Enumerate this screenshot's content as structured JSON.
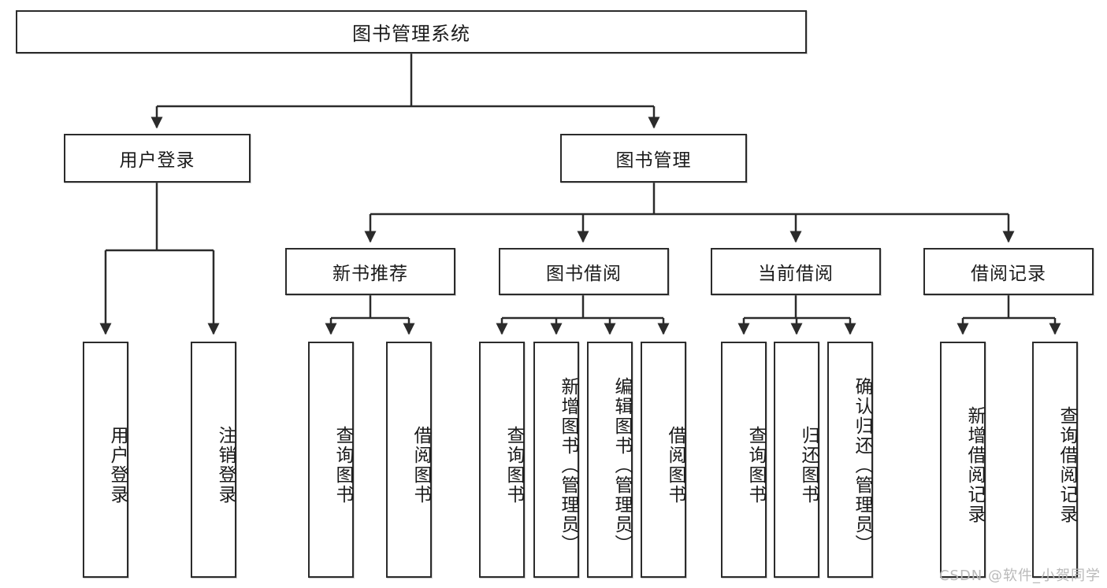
{
  "diagram": {
    "title": "图书管理系统",
    "watermark": "CSDN @软件_小贺同学",
    "line_color": "#2b2b2b",
    "box_fill": "#ffffff",
    "text_color": "#1a1a1a",
    "root": {
      "label": "图书管理系统"
    },
    "level2": [
      {
        "label": "用户登录"
      },
      {
        "label": "图书管理"
      }
    ],
    "level3": [
      {
        "label": "新书推荐"
      },
      {
        "label": "图书借阅"
      },
      {
        "label": "当前借阅"
      },
      {
        "label": "借阅记录"
      }
    ],
    "leaves": {
      "user_login": [
        {
          "label": "用户登录"
        },
        {
          "label": "注销登录"
        }
      ],
      "new_book_recommend": [
        {
          "label": "查询图书"
        },
        {
          "label": "借阅图书"
        }
      ],
      "book_borrow": [
        {
          "label": "查询图书"
        },
        {
          "label": "新增图书（管理员）"
        },
        {
          "label": "编辑图书（管理员）"
        },
        {
          "label": "借阅图书"
        }
      ],
      "current_borrow": [
        {
          "label": "查询图书"
        },
        {
          "label": "归还图书"
        },
        {
          "label": "确认归还（管理员）"
        }
      ],
      "borrow_record": [
        {
          "label": "新增借阅记录"
        },
        {
          "label": "查询借阅记录"
        }
      ]
    }
  },
  "chart_data": {
    "type": "table",
    "title": "图书管理系统 功能结构图",
    "nodes": [
      {
        "id": "root",
        "label": "图书管理系统",
        "level": 1,
        "parent": null
      },
      {
        "id": "n1",
        "label": "用户登录",
        "level": 2,
        "parent": "root"
      },
      {
        "id": "n2",
        "label": "图书管理",
        "level": 2,
        "parent": "root"
      },
      {
        "id": "n1a",
        "label": "用户登录",
        "level": 3,
        "parent": "n1"
      },
      {
        "id": "n1b",
        "label": "注销登录",
        "level": 3,
        "parent": "n1"
      },
      {
        "id": "n2a",
        "label": "新书推荐",
        "level": 3,
        "parent": "n2"
      },
      {
        "id": "n2b",
        "label": "图书借阅",
        "level": 3,
        "parent": "n2"
      },
      {
        "id": "n2c",
        "label": "当前借阅",
        "level": 3,
        "parent": "n2"
      },
      {
        "id": "n2d",
        "label": "借阅记录",
        "level": 3,
        "parent": "n2"
      },
      {
        "id": "n2a1",
        "label": "查询图书",
        "level": 4,
        "parent": "n2a"
      },
      {
        "id": "n2a2",
        "label": "借阅图书",
        "level": 4,
        "parent": "n2a"
      },
      {
        "id": "n2b1",
        "label": "查询图书",
        "level": 4,
        "parent": "n2b"
      },
      {
        "id": "n2b2",
        "label": "新增图书（管理员）",
        "level": 4,
        "parent": "n2b"
      },
      {
        "id": "n2b3",
        "label": "编辑图书（管理员）",
        "level": 4,
        "parent": "n2b"
      },
      {
        "id": "n2b4",
        "label": "借阅图书",
        "level": 4,
        "parent": "n2b"
      },
      {
        "id": "n2c1",
        "label": "查询图书",
        "level": 4,
        "parent": "n2c"
      },
      {
        "id": "n2c2",
        "label": "归还图书",
        "level": 4,
        "parent": "n2c"
      },
      {
        "id": "n2c3",
        "label": "确认归还（管理员）",
        "level": 4,
        "parent": "n2c"
      },
      {
        "id": "n2d1",
        "label": "新增借阅记录",
        "level": 4,
        "parent": "n2d"
      },
      {
        "id": "n2d2",
        "label": "查询借阅记录",
        "level": 4,
        "parent": "n2d"
      }
    ]
  }
}
